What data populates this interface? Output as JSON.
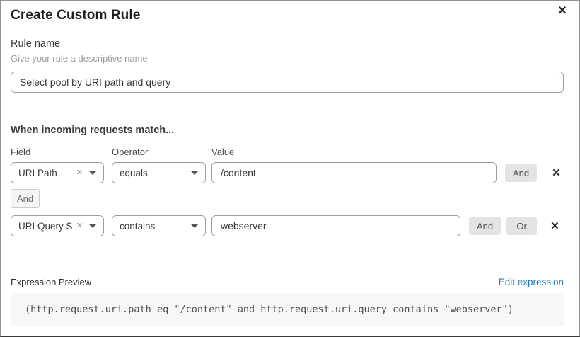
{
  "dialog": {
    "title": "Create Custom Rule",
    "close_icon": "✕"
  },
  "rule_name": {
    "label": "Rule name",
    "helper": "Give your rule a descriptive name",
    "value": "Select pool by URI path and query"
  },
  "matcher": {
    "heading": "When incoming requests match...",
    "columns": {
      "field": "Field",
      "operator": "Operator",
      "value": "Value"
    },
    "rows": [
      {
        "field": "URI Path",
        "operator": "equals",
        "value": "/content",
        "buttons": [
          "And"
        ]
      },
      {
        "field": "URI Query St...",
        "operator": "contains",
        "value": "webserver",
        "buttons": [
          "And",
          "Or"
        ]
      }
    ],
    "connector_label": "And",
    "clear_icon": "✕",
    "delete_icon": "✕"
  },
  "expression": {
    "label": "Expression Preview",
    "edit_link": "Edit expression",
    "code": "(http.request.uri.path eq \"/content\" and http.request.uri.query contains \"webserver\")"
  },
  "colors": {
    "link_blue": "#217ebd",
    "button_gray": "#e4e4e4",
    "code_bg": "#f7f7f7"
  }
}
